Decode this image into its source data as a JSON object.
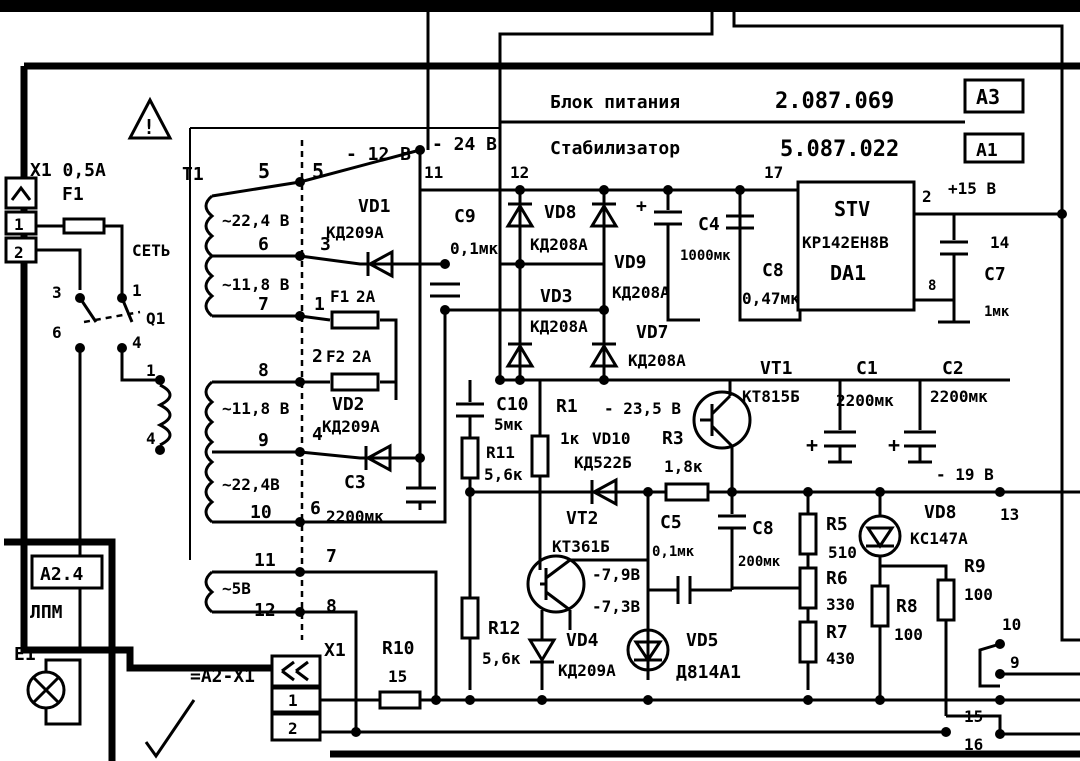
{
  "title_block": {
    "block_name": "Блок питания",
    "block_number": "2.087.069",
    "block_ref": "А3",
    "stab_name": "Стабилизатор",
    "stab_number": "5.087.022",
    "stab_ref": "А1"
  },
  "voltages": {
    "minus_12": "- 12 В",
    "minus_24": "- 24 В",
    "plus_15": "+15 В",
    "minus_235": "- 23,5 В",
    "minus_19": "- 19 В",
    "minus_798": "-7,9В",
    "minus_73": "-7,3В"
  },
  "transformer": {
    "ref": "T1",
    "w1": "~22,4 В",
    "w2": "~11,8 В",
    "w3": "~11,8 В",
    "w4": "~22,4В",
    "w5": "~5В",
    "pins_left": [
      "5",
      "6",
      "7",
      "8",
      "9",
      "10",
      "11",
      "12"
    ],
    "pins_right": [
      "5",
      "3",
      "1",
      "2",
      "4",
      "6",
      "7",
      "8"
    ]
  },
  "mains": {
    "connector": "X1 0,5А",
    "fuse": "F1",
    "label": "СЕТЬ",
    "switch": "Q1",
    "pin1": "1",
    "pin2": "2",
    "sw_pins": [
      "3",
      "1",
      "6",
      "4",
      "1",
      "4"
    ]
  },
  "components": {
    "vd1": "VD1",
    "vd1_type": "КД209А",
    "f1": "F1",
    "f1_val": "2А",
    "f2": "F2",
    "f2_val": "2А",
    "vd2": "VD2",
    "vd2_type": "КД209А",
    "c3": "С3",
    "c3_val": "2200мк",
    "c9": "С9",
    "c9_val": "0,1мк",
    "vd8a": "VD8",
    "vd8a_type": "КД208А",
    "vd9": "VD9",
    "vd9_type": "КД208А",
    "vd3": "VD3",
    "vd3_type": "КД208А",
    "vd7": "VD7",
    "vd7_type": "КД208А",
    "c4": "С4",
    "c4_val": "1000мк",
    "c8a": "С8",
    "c8a_val": "0,47мк",
    "stv": "STV",
    "stv_type": "КР142ЕН8В",
    "stv_ref": "DA1",
    "c7": "С7",
    "c7_val": "1мк",
    "vt1": "VT1",
    "vt1_type": "КТ815Б",
    "c1": "С1",
    "c1_val": "2200мк",
    "c2": "С2",
    "c2_val": "2200мк",
    "c10": "С10",
    "c10_val": "5мк",
    "r11": "R11",
    "r11_val": "5,6к",
    "r1": "R1",
    "r1_val": "1к",
    "vd10": "VD10",
    "vd10_type": "КД522Б",
    "r3": "R3",
    "r3_val": "1,8к",
    "vt2": "VT2",
    "vt2_type": "КТ361Б",
    "c5": "С5",
    "c5_val": "0,1мк",
    "c8b": "С8",
    "c8b_val": "200мк",
    "r5": "R5",
    "r5_val": "510",
    "r6": "R6",
    "r6_val": "330",
    "r7": "R7",
    "r7_val": "430",
    "vd8b": "VD8",
    "vd8b_type": "КС147А",
    "r8": "R8",
    "r8_val": "100",
    "r9": "R9",
    "r9_val": "100",
    "r12": "R12",
    "r12_val": "5,6к",
    "vd4": "VD4",
    "vd4_type": "КД209А",
    "vd5": "VD5",
    "vd5_type": "Д814А1",
    "r10": "R10",
    "r10_val": "15"
  },
  "pins": {
    "p11": "11",
    "p12": "12",
    "p17": "17",
    "p2": "2",
    "p14": "14",
    "p8": "8",
    "p13": "13",
    "p10": "10",
    "p9": "9",
    "p15": "15",
    "p16": "16"
  },
  "lamp_block": {
    "ref": "A2.4",
    "name": "ЛПМ",
    "lamp": "E1",
    "conn_label": "=А2-X1",
    "conn": "X1",
    "pin1": "1",
    "pin2": "2"
  },
  "warning": {
    "symbol": "!"
  }
}
